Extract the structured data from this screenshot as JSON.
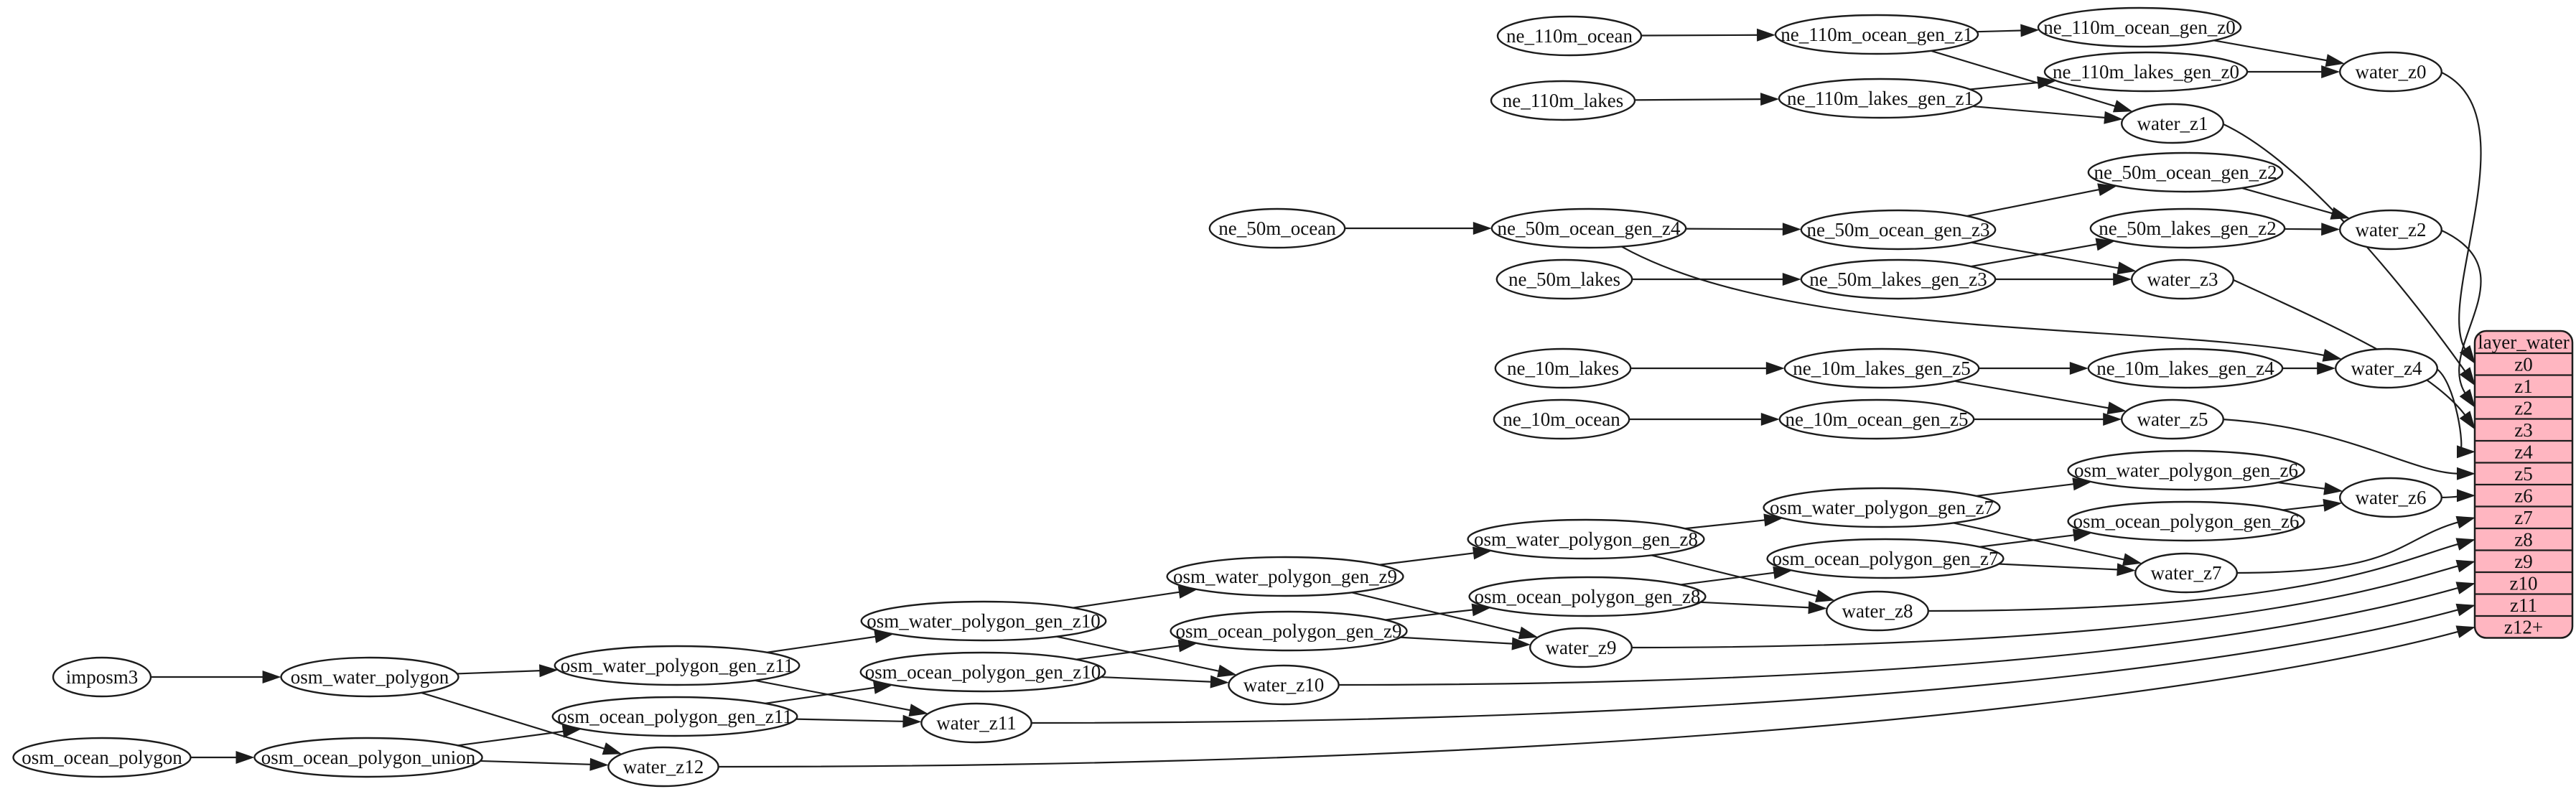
{
  "diagram": {
    "kind": "dependency-graph",
    "colors": {
      "background": "#ffffff",
      "node_fill": "#ffffff",
      "node_border": "#1c1c1c",
      "edge": "#1c1c1c",
      "text": "#111111",
      "table_fill": "#ffb6c1",
      "table_border": "#1c1c1c"
    },
    "nodes": [
      {
        "id": "ne_110m_ocean",
        "label": "ne_110m_ocean"
      },
      {
        "id": "ne_110m_ocean_gen_z1",
        "label": "ne_110m_ocean_gen_z1"
      },
      {
        "id": "ne_110m_ocean_gen_z0",
        "label": "ne_110m_ocean_gen_z0"
      },
      {
        "id": "ne_110m_lakes",
        "label": "ne_110m_lakes"
      },
      {
        "id": "ne_110m_lakes_gen_z1",
        "label": "ne_110m_lakes_gen_z1"
      },
      {
        "id": "ne_110m_lakes_gen_z0",
        "label": "ne_110m_lakes_gen_z0"
      },
      {
        "id": "water_z0",
        "label": "water_z0"
      },
      {
        "id": "water_z1",
        "label": "water_z1"
      },
      {
        "id": "ne_50m_ocean",
        "label": "ne_50m_ocean"
      },
      {
        "id": "ne_50m_ocean_gen_z4",
        "label": "ne_50m_ocean_gen_z4"
      },
      {
        "id": "ne_50m_ocean_gen_z3",
        "label": "ne_50m_ocean_gen_z3"
      },
      {
        "id": "ne_50m_ocean_gen_z2",
        "label": "ne_50m_ocean_gen_z2"
      },
      {
        "id": "ne_50m_lakes",
        "label": "ne_50m_lakes"
      },
      {
        "id": "ne_50m_lakes_gen_z3",
        "label": "ne_50m_lakes_gen_z3"
      },
      {
        "id": "ne_50m_lakes_gen_z2",
        "label": "ne_50m_lakes_gen_z2"
      },
      {
        "id": "water_z2",
        "label": "water_z2"
      },
      {
        "id": "water_z3",
        "label": "water_z3"
      },
      {
        "id": "ne_10m_lakes",
        "label": "ne_10m_lakes"
      },
      {
        "id": "ne_10m_lakes_gen_z5",
        "label": "ne_10m_lakes_gen_z5"
      },
      {
        "id": "ne_10m_lakes_gen_z4",
        "label": "ne_10m_lakes_gen_z4"
      },
      {
        "id": "water_z4",
        "label": "water_z4"
      },
      {
        "id": "ne_10m_ocean",
        "label": "ne_10m_ocean"
      },
      {
        "id": "ne_10m_ocean_gen_z5",
        "label": "ne_10m_ocean_gen_z5"
      },
      {
        "id": "water_z5",
        "label": "water_z5"
      },
      {
        "id": "osm_water_polygon_gen_z6",
        "label": "osm_water_polygon_gen_z6"
      },
      {
        "id": "osm_ocean_polygon_gen_z6",
        "label": "osm_ocean_polygon_gen_z6"
      },
      {
        "id": "water_z6",
        "label": "water_z6"
      },
      {
        "id": "osm_water_polygon_gen_z7",
        "label": "osm_water_polygon_gen_z7"
      },
      {
        "id": "osm_ocean_polygon_gen_z7",
        "label": "osm_ocean_polygon_gen_z7"
      },
      {
        "id": "water_z7",
        "label": "water_z7"
      },
      {
        "id": "osm_water_polygon_gen_z8",
        "label": "osm_water_polygon_gen_z8"
      },
      {
        "id": "osm_ocean_polygon_gen_z8",
        "label": "osm_ocean_polygon_gen_z8"
      },
      {
        "id": "water_z8",
        "label": "water_z8"
      },
      {
        "id": "osm_water_polygon_gen_z9",
        "label": "osm_water_polygon_gen_z9"
      },
      {
        "id": "osm_ocean_polygon_gen_z9",
        "label": "osm_ocean_polygon_gen_z9"
      },
      {
        "id": "water_z9",
        "label": "water_z9"
      },
      {
        "id": "osm_water_polygon_gen_z10",
        "label": "osm_water_polygon_gen_z10"
      },
      {
        "id": "osm_ocean_polygon_gen_z10",
        "label": "osm_ocean_polygon_gen_z10"
      },
      {
        "id": "water_z10",
        "label": "water_z10"
      },
      {
        "id": "osm_water_polygon_gen_z11",
        "label": "osm_water_polygon_gen_z11"
      },
      {
        "id": "osm_ocean_polygon_gen_z11",
        "label": "osm_ocean_polygon_gen_z11"
      },
      {
        "id": "water_z11",
        "label": "water_z11"
      },
      {
        "id": "imposm3",
        "label": "imposm3"
      },
      {
        "id": "osm_water_polygon",
        "label": "osm_water_polygon"
      },
      {
        "id": "osm_ocean_polygon",
        "label": "osm_ocean_polygon"
      },
      {
        "id": "osm_ocean_polygon_union",
        "label": "osm_ocean_polygon_union"
      },
      {
        "id": "water_z12",
        "label": "water_z12"
      }
    ],
    "edges": [
      [
        "ne_110m_ocean",
        "ne_110m_ocean_gen_z1"
      ],
      [
        "ne_110m_ocean_gen_z1",
        "ne_110m_ocean_gen_z0"
      ],
      [
        "ne_110m_ocean_gen_z1",
        "water_z1"
      ],
      [
        "ne_110m_ocean_gen_z0",
        "water_z0"
      ],
      [
        "ne_110m_lakes",
        "ne_110m_lakes_gen_z1"
      ],
      [
        "ne_110m_lakes_gen_z1",
        "ne_110m_lakes_gen_z0"
      ],
      [
        "ne_110m_lakes_gen_z1",
        "water_z1"
      ],
      [
        "ne_110m_lakes_gen_z0",
        "water_z0"
      ],
      [
        "water_z0",
        "layer_water:z0"
      ],
      [
        "water_z1",
        "layer_water:z1"
      ],
      [
        "ne_50m_ocean",
        "ne_50m_ocean_gen_z4"
      ],
      [
        "ne_50m_ocean_gen_z4",
        "ne_50m_ocean_gen_z3"
      ],
      [
        "ne_50m_ocean_gen_z4",
        "water_z4"
      ],
      [
        "ne_50m_ocean_gen_z3",
        "ne_50m_ocean_gen_z2"
      ],
      [
        "ne_50m_ocean_gen_z3",
        "water_z3"
      ],
      [
        "ne_50m_ocean_gen_z2",
        "water_z2"
      ],
      [
        "ne_50m_lakes",
        "ne_50m_lakes_gen_z3"
      ],
      [
        "ne_50m_lakes_gen_z3",
        "ne_50m_lakes_gen_z2"
      ],
      [
        "ne_50m_lakes_gen_z3",
        "water_z3"
      ],
      [
        "ne_50m_lakes_gen_z2",
        "water_z2"
      ],
      [
        "water_z2",
        "layer_water:z2"
      ],
      [
        "water_z3",
        "layer_water:z3"
      ],
      [
        "ne_10m_lakes",
        "ne_10m_lakes_gen_z5"
      ],
      [
        "ne_10m_lakes_gen_z5",
        "ne_10m_lakes_gen_z4"
      ],
      [
        "ne_10m_lakes_gen_z5",
        "water_z5"
      ],
      [
        "ne_10m_lakes_gen_z4",
        "water_z4"
      ],
      [
        "ne_10m_ocean",
        "ne_10m_ocean_gen_z5"
      ],
      [
        "ne_10m_ocean_gen_z5",
        "water_z5"
      ],
      [
        "water_z4",
        "layer_water:z4"
      ],
      [
        "water_z5",
        "layer_water:z5"
      ],
      [
        "imposm3",
        "osm_water_polygon"
      ],
      [
        "osm_water_polygon",
        "osm_water_polygon_gen_z11"
      ],
      [
        "osm_water_polygon",
        "water_z12"
      ],
      [
        "osm_ocean_polygon",
        "osm_ocean_polygon_union"
      ],
      [
        "osm_ocean_polygon_union",
        "osm_ocean_polygon_gen_z11"
      ],
      [
        "osm_ocean_polygon_union",
        "water_z12"
      ],
      [
        "osm_water_polygon_gen_z11",
        "osm_water_polygon_gen_z10"
      ],
      [
        "osm_water_polygon_gen_z11",
        "water_z11"
      ],
      [
        "osm_ocean_polygon_gen_z11",
        "osm_ocean_polygon_gen_z10"
      ],
      [
        "osm_ocean_polygon_gen_z11",
        "water_z11"
      ],
      [
        "osm_water_polygon_gen_z10",
        "osm_water_polygon_gen_z9"
      ],
      [
        "osm_water_polygon_gen_z10",
        "water_z10"
      ],
      [
        "osm_ocean_polygon_gen_z10",
        "osm_ocean_polygon_gen_z9"
      ],
      [
        "osm_ocean_polygon_gen_z10",
        "water_z10"
      ],
      [
        "osm_water_polygon_gen_z9",
        "osm_water_polygon_gen_z8"
      ],
      [
        "osm_water_polygon_gen_z9",
        "water_z9"
      ],
      [
        "osm_ocean_polygon_gen_z9",
        "osm_ocean_polygon_gen_z8"
      ],
      [
        "osm_ocean_polygon_gen_z9",
        "water_z9"
      ],
      [
        "osm_water_polygon_gen_z8",
        "osm_water_polygon_gen_z7"
      ],
      [
        "osm_water_polygon_gen_z8",
        "water_z8"
      ],
      [
        "osm_ocean_polygon_gen_z8",
        "osm_ocean_polygon_gen_z7"
      ],
      [
        "osm_ocean_polygon_gen_z8",
        "water_z8"
      ],
      [
        "osm_water_polygon_gen_z7",
        "osm_water_polygon_gen_z6"
      ],
      [
        "osm_water_polygon_gen_z7",
        "water_z7"
      ],
      [
        "osm_ocean_polygon_gen_z7",
        "osm_ocean_polygon_gen_z6"
      ],
      [
        "osm_ocean_polygon_gen_z7",
        "water_z7"
      ],
      [
        "osm_water_polygon_gen_z6",
        "water_z6"
      ],
      [
        "osm_ocean_polygon_gen_z6",
        "water_z6"
      ],
      [
        "water_z6",
        "layer_water:z6"
      ],
      [
        "water_z7",
        "layer_water:z7"
      ],
      [
        "water_z8",
        "layer_water:z8"
      ],
      [
        "water_z9",
        "layer_water:z9"
      ],
      [
        "water_z10",
        "layer_water:z10"
      ],
      [
        "water_z11",
        "layer_water:z11"
      ],
      [
        "water_z12",
        "layer_water:z12+"
      ]
    ],
    "table": {
      "header": "layer_water",
      "rows": [
        "z0",
        "z1",
        "z2",
        "z3",
        "z4",
        "z5",
        "z6",
        "z7",
        "z8",
        "z9",
        "z10",
        "z11",
        "z12+"
      ]
    }
  }
}
